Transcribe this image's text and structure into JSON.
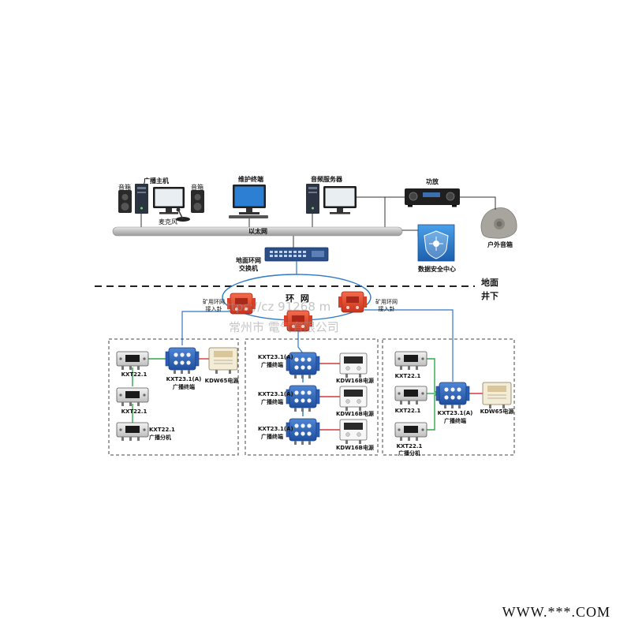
{
  "surface": {
    "broadcast_host": "广播主机",
    "speaker_left": "音箱",
    "speaker_right": "音箱",
    "microphone": "麦克风",
    "maintenance_terminal": "维护终端",
    "audio_server": "音频服务器",
    "amplifier": "功放",
    "outdoor_speaker": "户外音箱",
    "ethernet": "以太网",
    "ring_switch_line1": "地面环网",
    "ring_switch_line2": "交换机",
    "data_security_center": "数据安全中心"
  },
  "divider": {
    "above": "地面",
    "below": "井下"
  },
  "ring": {
    "title": "环 网",
    "left_access_line1": "矿用环网",
    "left_access_line2": "接入卦",
    "right_access_line1": "矿用环网",
    "right_access_line2": "接入卦"
  },
  "left_group": {
    "kxt22_a": "KXT22.1",
    "kxt22_b": "KXT22.1",
    "kxt22_c_line1": "KXT22.1",
    "kxt22_c_line2": "广播分机",
    "terminal_line1": "KXT23.1(A)",
    "terminal_line2": "广播终端",
    "power": "KDW65电源"
  },
  "middle_group": {
    "terminal1_line1": "KXT23.1(A)",
    "terminal1_line2": "广播终端",
    "terminal2_line1": "KXT23.1(A)",
    "terminal2_line2": "广播终端",
    "terminal3_line1": "KXT23.1(A)",
    "terminal3_line2": "广播终端",
    "power1": "KDW16B电源",
    "power2": "KDW16B电源",
    "power3": "KDW16B电源"
  },
  "right_group": {
    "kxt22_a": "KXT22.1",
    "kxt22_b": "KXT22.1",
    "kxt22_c_line1": "KXT22.1",
    "kxt22_c_line2": "广播分机",
    "terminal_line1": "KXT23.1(A)",
    "terminal_line2": "广播终端",
    "power": "KDW65电源"
  },
  "watermark": {
    "line1": "ttps://cz      91268   m",
    "line2": "常州市      電气有限公司"
  },
  "footer": "WWW.***.COM",
  "colors": {
    "network_blue": "#2e78c8",
    "ethernet_bar": "#c9c9c9",
    "explosion_proof_red": "#e8452c",
    "box_blue": "#2a5fb5",
    "link_red": "#d23a3a",
    "link_green": "#2fa84a"
  }
}
